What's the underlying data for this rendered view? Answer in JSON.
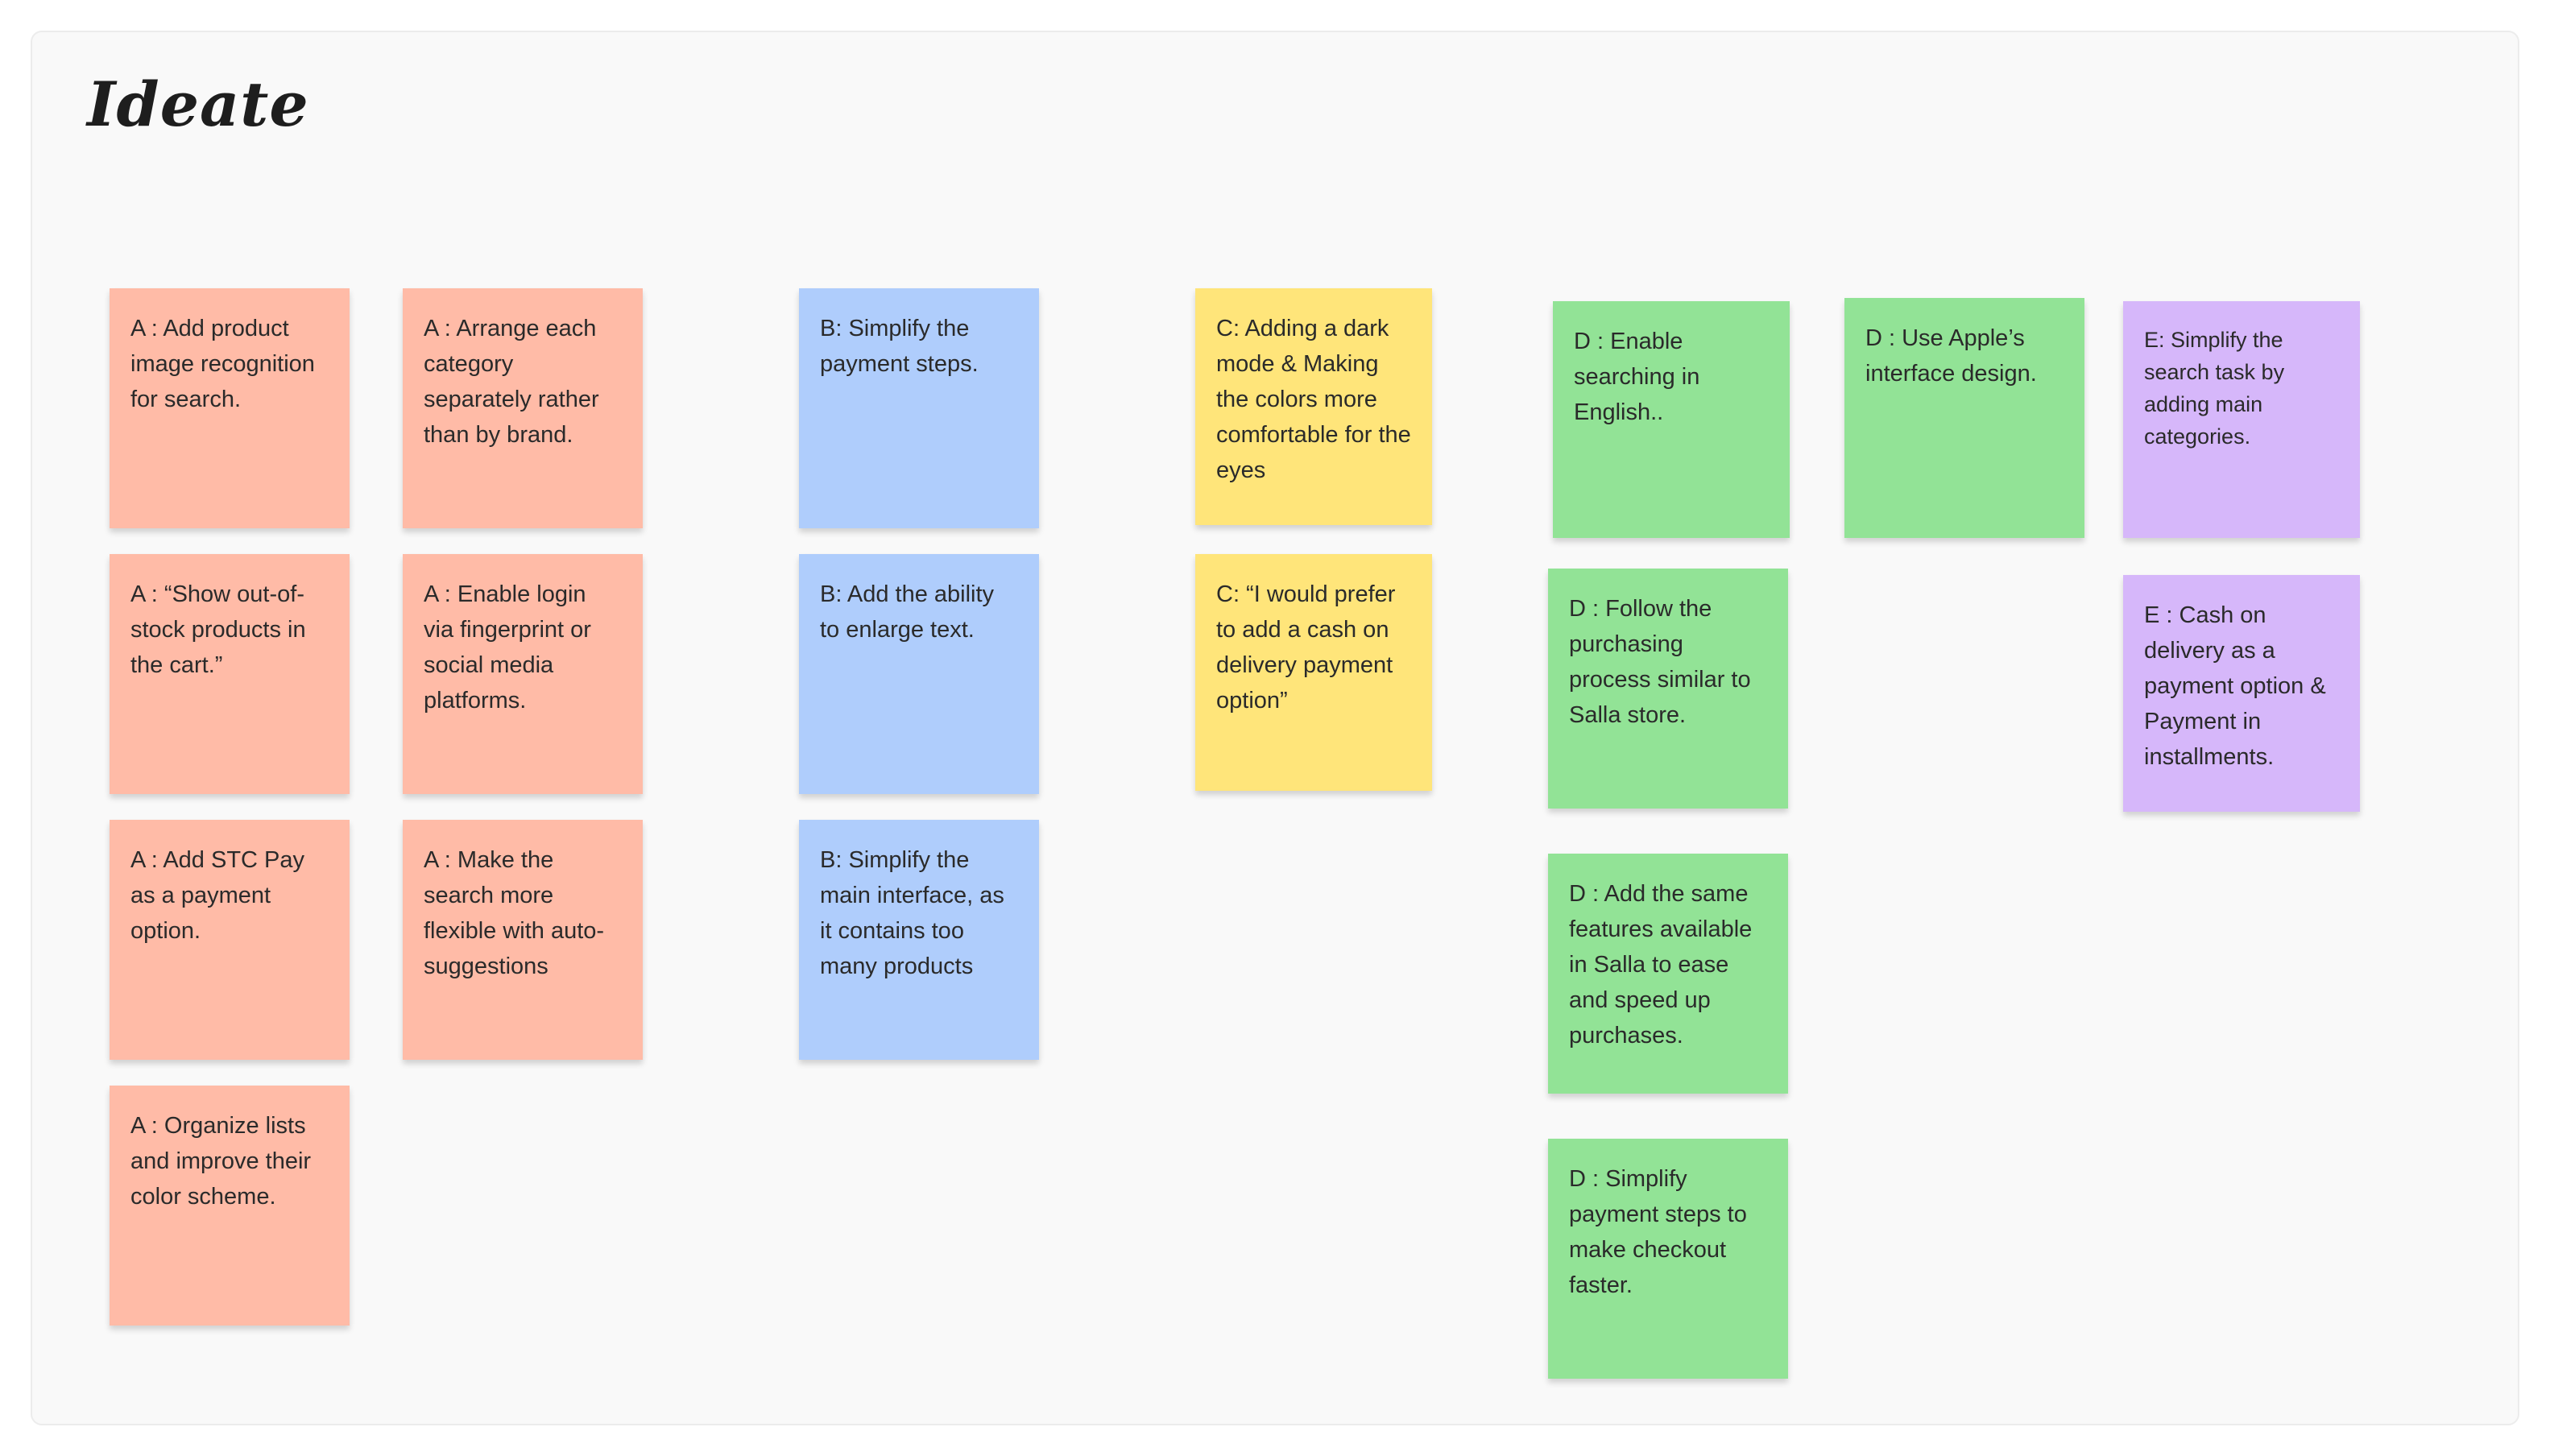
{
  "board": {
    "title": "Ideate"
  },
  "colors": {
    "salmon": "#ffbba7",
    "blue": "#afcdfc",
    "yellow": "#ffe57a",
    "green": "#92e396",
    "purple": "#d6b7fa",
    "board_background": "#f9f9f9"
  },
  "notes": {
    "a1": "A : Add product image recognition for search.",
    "a2": "A : “Show out-of-stock products in the cart.”",
    "a3": "A : Add STC Pay as a payment option.",
    "a4": "A : Organize lists and improve their color scheme.",
    "a5": "A : Arrange each category separately rather than by brand.",
    "a6": "A : Enable login via fingerprint or social media platforms.",
    "a7": "A : Make the search more flexible with auto-suggestions",
    "b1": "B: Simplify the payment steps.",
    "b2": "B: Add the ability to enlarge text.",
    "b3": "B: Simplify the main interface, as it contains too many products",
    "c1": "C: Adding a dark mode &  Making the colors more comfortable for the eyes",
    "c2": "C: “I would prefer to add a cash on delivery payment option”",
    "d1": "D : Enable searching in English..",
    "d2": "D :  Follow the purchasing process similar to Salla store.",
    "d3": "D :  Add the same features available in Salla to ease and speed up purchases.",
    "d4": "D :  Simplify payment steps to make checkout faster.",
    "d5": "D :  Use Apple’s interface design.",
    "e1": "E: Simplify the search task by adding main categories.",
    "e2": "E : Cash on delivery as a payment option & Payment in installments."
  }
}
